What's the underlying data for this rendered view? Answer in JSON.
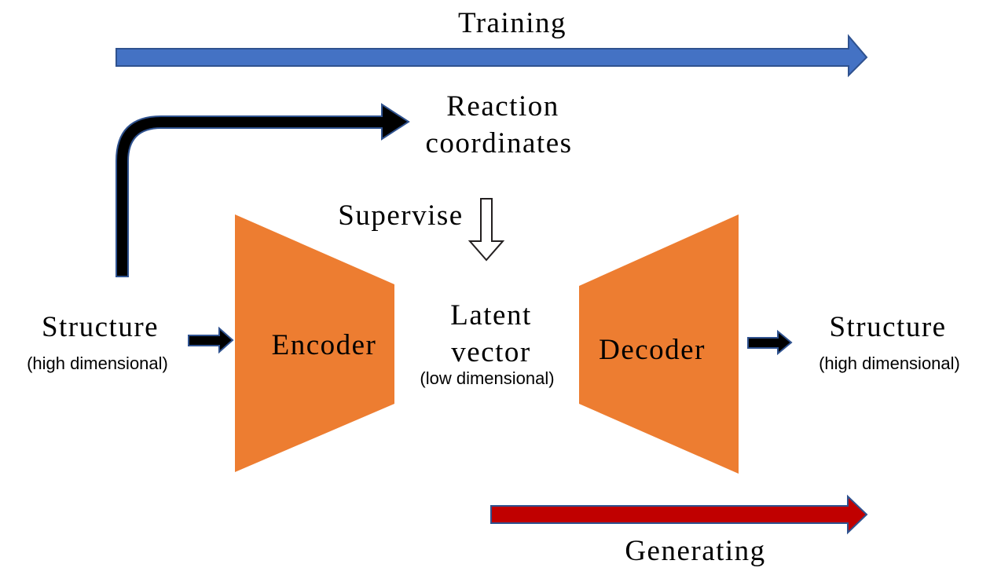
{
  "colors": {
    "training_arrow": "#4472C4",
    "generating_arrow": "#C00000",
    "arrow_outline": "#2F528F",
    "black_arrow": "#000000",
    "trapezoid": "#ED7D31",
    "background": "#FFFFFF"
  },
  "labels": {
    "training": "Training",
    "generating": "Generating",
    "reaction_line1": "Reaction",
    "reaction_line2": "coordinates",
    "supervise": "Supervise",
    "encoder": "Encoder",
    "decoder": "Decoder",
    "latent_line1": "Latent",
    "latent_line2": "vector",
    "latent_sub": "(low dimensional)",
    "input_structure": "Structure",
    "input_sub": "(high dimensional)",
    "output_structure": "Structure",
    "output_sub": "(high dimensional)"
  }
}
